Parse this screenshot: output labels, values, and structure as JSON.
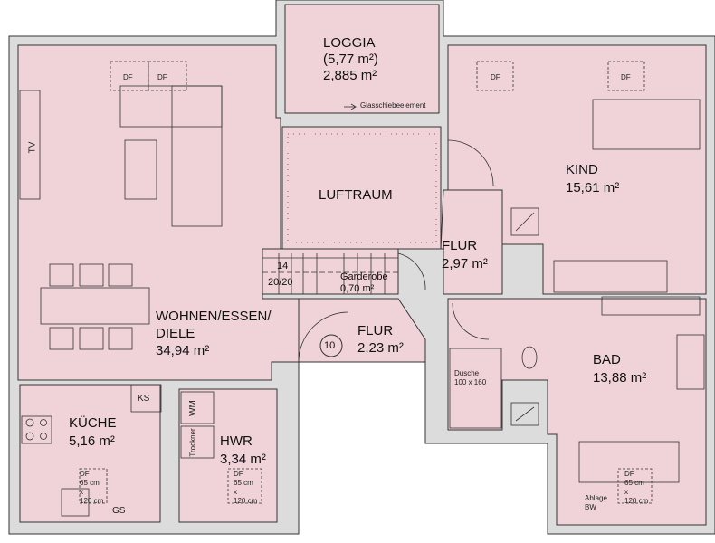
{
  "colors": {
    "room": "#efd3d8",
    "wall": "#dcdcdc",
    "line": "#333333"
  },
  "rooms": {
    "loggia": {
      "name": "LOGGIA",
      "sub": "(5,77 m²)",
      "area": "2,885 m²"
    },
    "luftraum": {
      "name": "LUFTRAUM"
    },
    "kind": {
      "name": "KIND",
      "area": "15,61 m²"
    },
    "flur1": {
      "name": "FLUR",
      "area": "2,97 m²"
    },
    "garderobe": {
      "name": "Garderobe",
      "area": "0,70 m²"
    },
    "wohnen": {
      "name1": "WOHNEN/ESSEN/",
      "name2": "DIELE",
      "area": "34,94 m²"
    },
    "flur2": {
      "name": "FLUR",
      "area": "2,23 m²"
    },
    "bad": {
      "name": "BAD",
      "area": "13,88 m²"
    },
    "kueche": {
      "name": "KÜCHE",
      "area": "5,16 m²"
    },
    "hwr": {
      "name": "HWR",
      "area": "3,34 m²"
    }
  },
  "labels": {
    "glasschiebe": "Glasschiebeelement",
    "tv": "TV",
    "df": "DF",
    "stairs_top": "14",
    "stairs_bottom": "20/20",
    "stair_number": "10",
    "ks": "KS",
    "wm": "WM",
    "trockner": "Trockner",
    "gs": "GS",
    "dusche1": "Dusche",
    "dusche2": "100 x 160",
    "ablage1": "Ablage",
    "ablage2": "BW",
    "df_65": "65 cm",
    "df_x": "x",
    "df_120": "120 cm"
  }
}
